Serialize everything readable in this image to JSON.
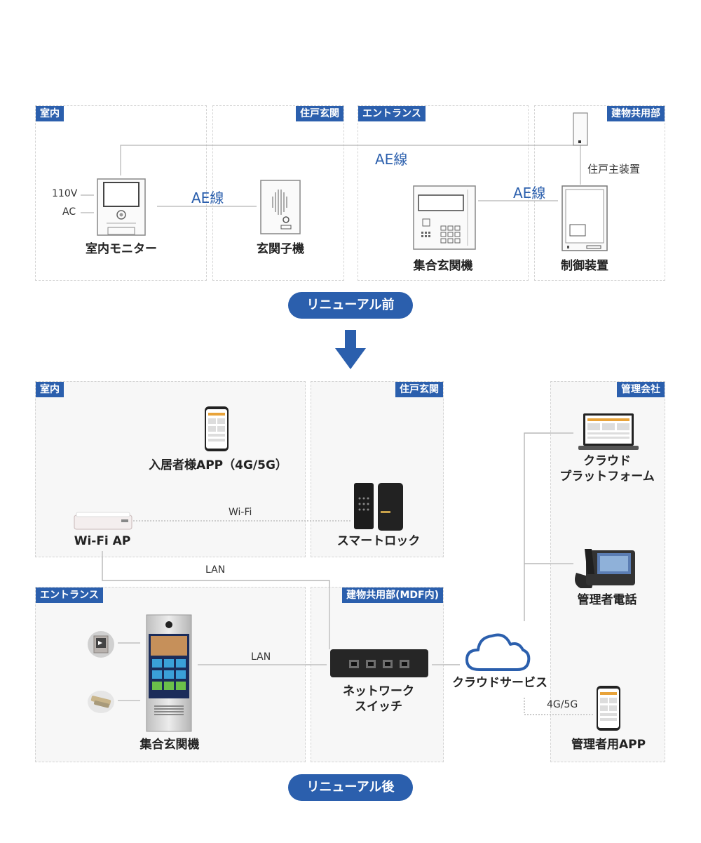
{
  "before": {
    "zones": {
      "indoor": "室内",
      "entrance_door": "住戸玄関",
      "entrance": "エントランス",
      "common": "建物共用部"
    },
    "power": {
      "v": "110V",
      "ac": "AC"
    },
    "devices": {
      "indoor_monitor": "室内モニター",
      "door_station": "玄関子機",
      "lobby_station": "集合玄関機",
      "control_unit": "制御装置",
      "master_unit": "住戸主装置"
    },
    "cables": {
      "ae_top": "AE線",
      "ae_left": "AE線",
      "ae_right": "AE線"
    },
    "badge": "リニューアル前"
  },
  "after": {
    "zones": {
      "indoor": "室内",
      "entrance_door": "住戸玄関",
      "management": "管理会社",
      "entrance": "エントランス",
      "common": "建物共用部(MDF内)"
    },
    "devices": {
      "resident_app": "入居者様APP（4G/5G）",
      "wifi_ap": "Wi-Fi AP",
      "smart_lock": "スマートロック",
      "cloud_platform_1": "クラウド",
      "cloud_platform_2": "プラットフォーム",
      "admin_phone": "管理者電話",
      "cloud_service": "クラウドサービス",
      "admin_app": "管理者用APP",
      "lobby_station": "集合玄関機",
      "switch_1": "ネットワーク",
      "switch_2": "スイッチ"
    },
    "cables": {
      "wifi": "Wi-Fi",
      "lan_top": "LAN",
      "lan_bottom": "LAN",
      "mobile": "4G/5G"
    },
    "badge": "リニューアル後"
  },
  "colors": {
    "accent": "#2b5fad",
    "line": "#b5b5b5",
    "dash": "#d4d4d4"
  }
}
